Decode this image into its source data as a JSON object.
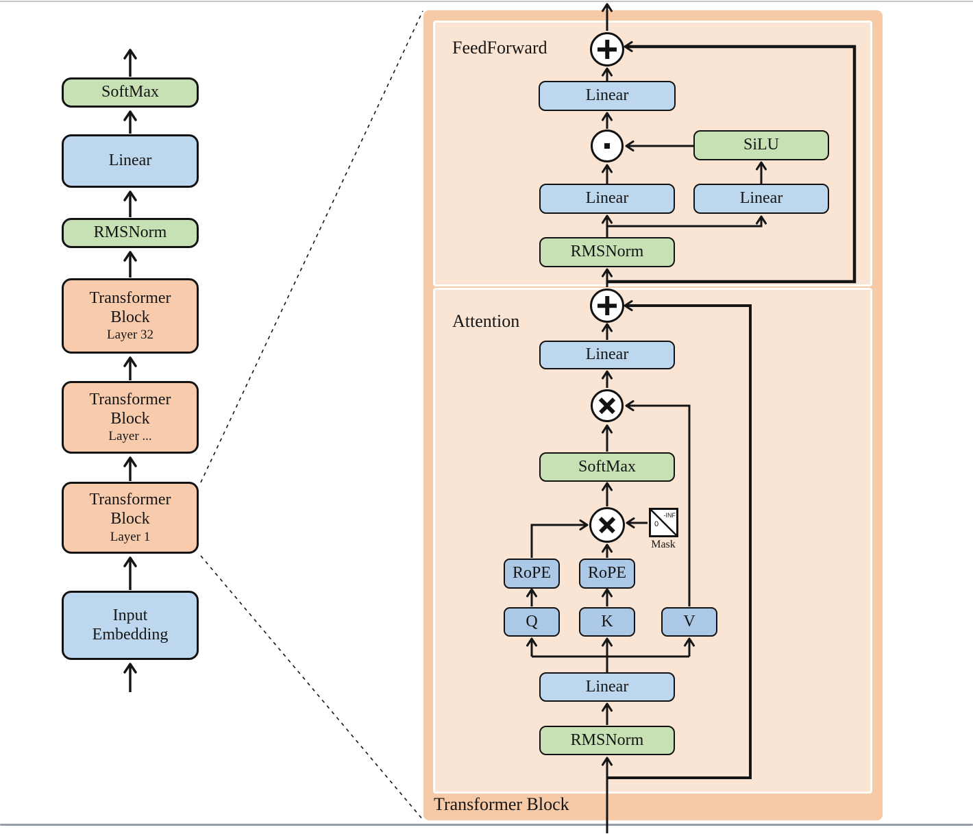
{
  "colors": {
    "green": "#c7e1b5",
    "blue": "#bdd8ee",
    "blue_qkv": "#abc8e6",
    "orange": "#f8cbad",
    "panel_outer": "#f6caa6",
    "panel_inner": "#fae4d3",
    "ink": "#151515"
  },
  "left": {
    "blocks": [
      {
        "label": "SoftMax"
      },
      {
        "label": "Linear"
      },
      {
        "label": "RMSNorm"
      },
      {
        "line1": "Transformer",
        "line2": "Block",
        "layer": "Layer 32"
      },
      {
        "line1": "Transformer",
        "line2": "Block",
        "layer": "Layer ..."
      },
      {
        "line1": "Transformer",
        "line2": "Block",
        "layer": "Layer 1"
      },
      {
        "line1": "Input",
        "line2": "Embedding"
      }
    ]
  },
  "right": {
    "panel_label": "Transformer Block",
    "ff": {
      "section_label": "FeedForward",
      "linear_out": "Linear",
      "silu": "SiLU",
      "linear_gate": "Linear",
      "linear_up": "Linear",
      "rmsnorm": "RMSNorm"
    },
    "attn": {
      "section_label": "Attention",
      "linear_out": "Linear",
      "softmax": "SoftMax",
      "mask_inf": "-INF",
      "mask_zero": "0",
      "mask_label": "Mask",
      "rope_q": "RoPE",
      "rope_k": "RoPE",
      "q": "Q",
      "k": "K",
      "v": "V",
      "linear_in": "Linear",
      "rmsnorm": "RMSNorm"
    }
  }
}
